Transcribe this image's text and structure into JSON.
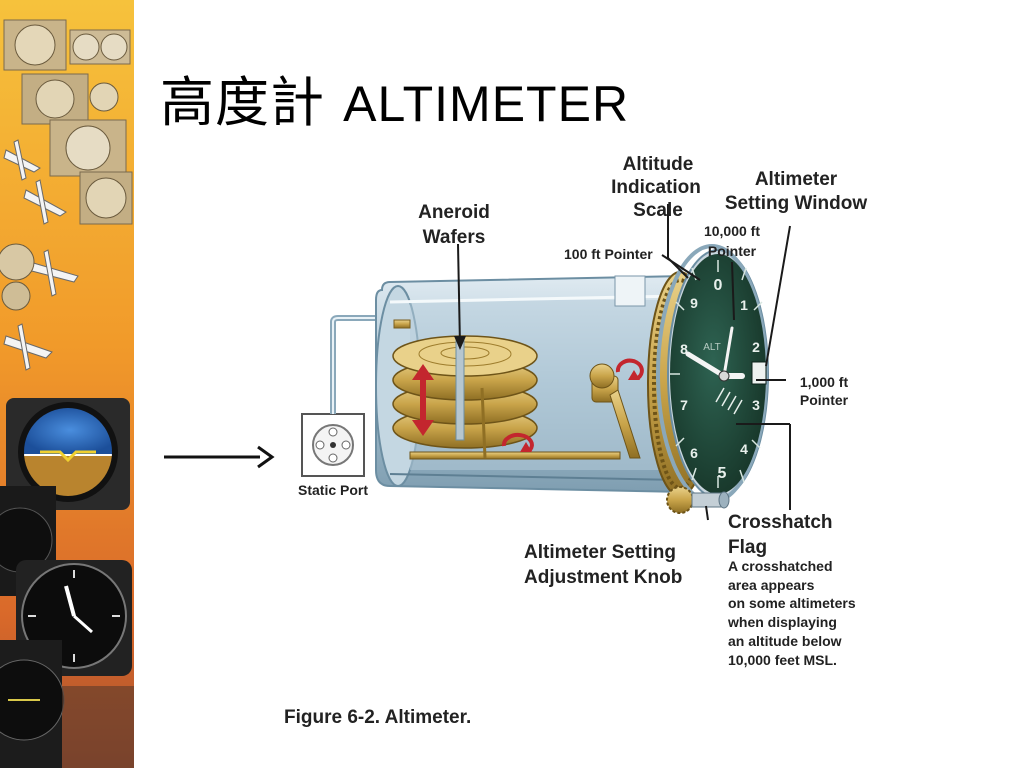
{
  "slide": {
    "title_cjk": "高度計",
    "title_latin": "ALTIMETER"
  },
  "diagram": {
    "labels": {
      "altitude_scale": [
        "Altitude",
        "Indication",
        "Scale"
      ],
      "setting_window": [
        "Altimeter",
        "Setting Window"
      ],
      "pointer_10000": [
        "10,000 ft",
        "Pointer"
      ],
      "pointer_100": "100 ft Pointer",
      "aneroid": [
        "Aneroid",
        "Wafers"
      ],
      "pointer_1000": [
        "1,000 ft",
        "Pointer"
      ],
      "static_port": "Static Port",
      "crosshatch_title": [
        "Crosshatch",
        "Flag"
      ],
      "crosshatch_desc": [
        "A crosshatched",
        "area appears",
        "on some altimeters",
        "when displaying",
        "an altitude below",
        "10,000 feet MSL."
      ],
      "knob": [
        "Altimeter Setting",
        "Adjustment Knob"
      ],
      "dial_text": "ALT",
      "dial_numbers": [
        "0",
        "1",
        "2",
        "3",
        "4",
        "5",
        "6",
        "7",
        "8",
        "9"
      ]
    },
    "caption": "Figure 6-2. Altimeter.",
    "colors": {
      "dial": "#214a3c",
      "casing": "#a9c3d2",
      "brass": "#c9a44a",
      "red_arrow": "#c3262e",
      "sidebar_orange": "#f19a2a"
    }
  }
}
